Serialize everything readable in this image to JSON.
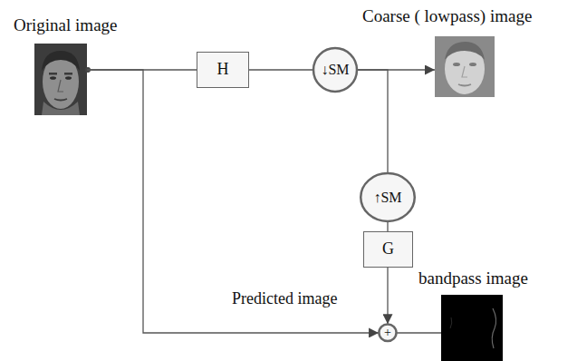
{
  "diagram": {
    "nodes": [
      {
        "text": [
          "Original image"
        ]
      },
      {
        "text": [
          "H"
        ]
      },
      {
        "text": [
          "↓SM"
        ]
      },
      {
        "text": [
          "Coarse ( lowpass) image"
        ]
      },
      {
        "text": [
          "↑SM"
        ]
      },
      {
        "text": [
          "G"
        ]
      },
      {
        "text": [
          "+"
        ]
      },
      {
        "text": [
          "bandpass image"
        ]
      }
    ],
    "edges": [
      {
        "from": 0,
        "to": 1,
        "arrow": "none"
      },
      {
        "from": 1,
        "to": 2,
        "arrow": "none"
      },
      {
        "from": 2,
        "to": 3,
        "arrow": "to"
      },
      {
        "from": 2,
        "to": 4,
        "arrow": "none"
      },
      {
        "from": 4,
        "to": 5,
        "arrow": "none"
      },
      {
        "from": 5,
        "to": 6,
        "arrow": "to"
      },
      {
        "from": 0,
        "to": 6,
        "arrow": "to"
      },
      {
        "from": 6,
        "to": 7,
        "arrow": "none"
      }
    ],
    "labels": [
      "Predicted image"
    ]
  }
}
